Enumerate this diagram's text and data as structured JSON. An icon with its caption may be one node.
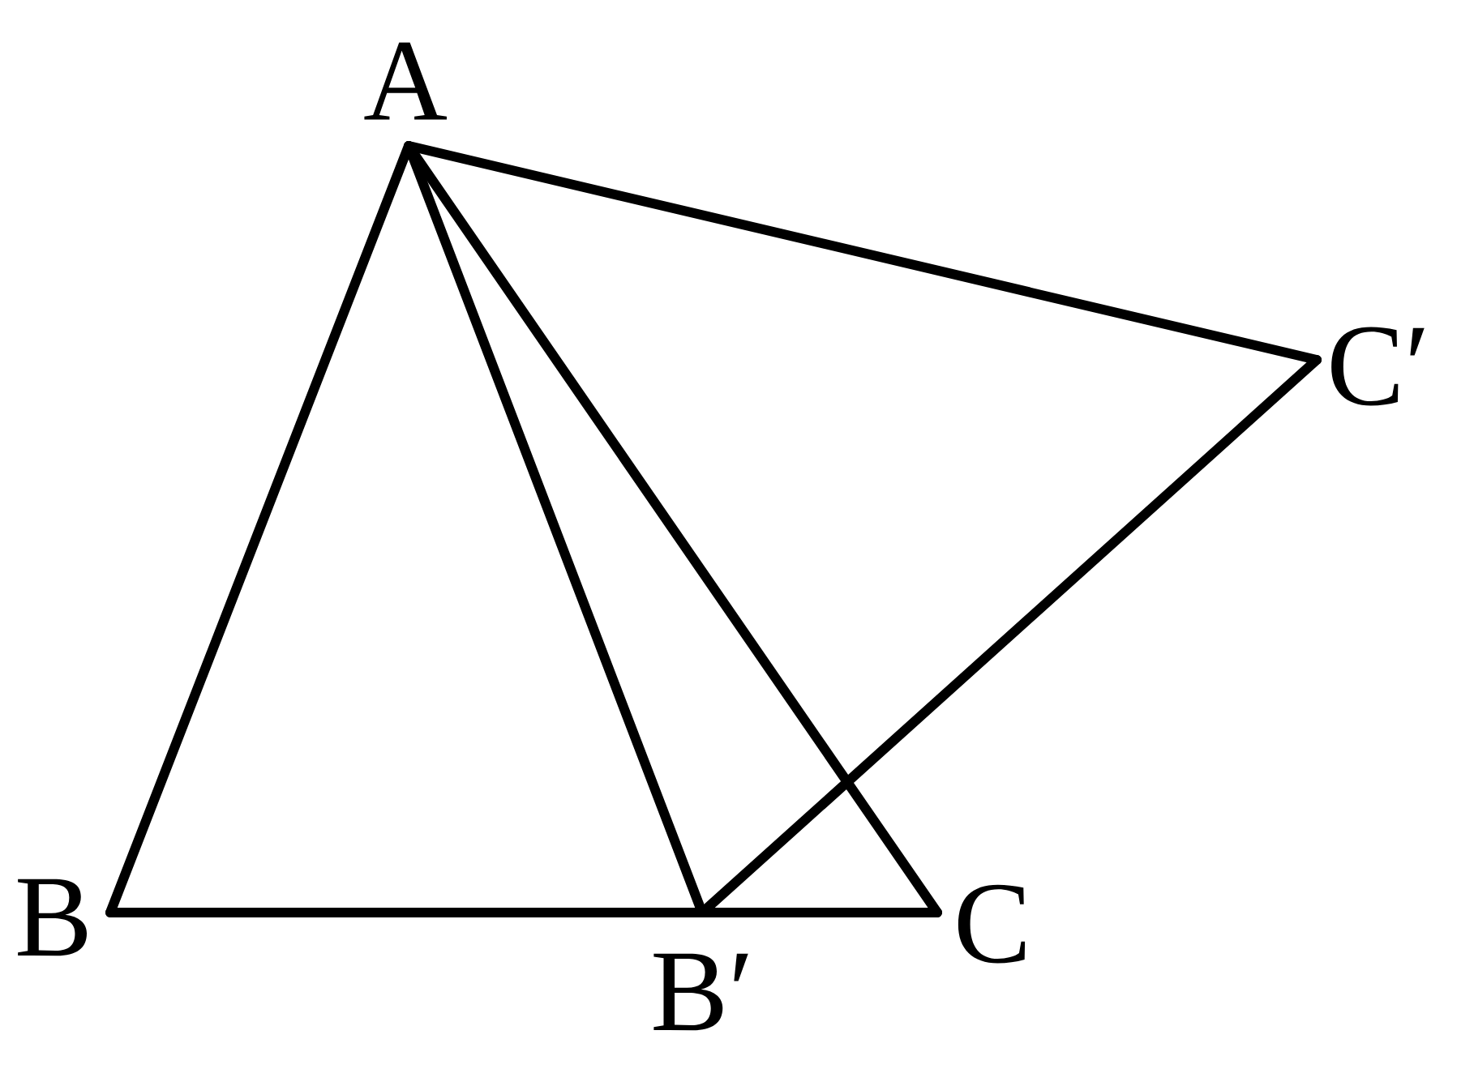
{
  "diagram": {
    "nodes": [
      {
        "text": [
          "A"
        ]
      },
      {
        "text": [
          "B"
        ]
      },
      {
        "text": [
          "C"
        ]
      },
      {
        "text": [
          "B′"
        ]
      },
      {
        "text": [
          "C′"
        ]
      }
    ],
    "edges": [
      {
        "from": 0,
        "to": 1,
        "arrow": "none"
      },
      {
        "from": 1,
        "to": 2,
        "arrow": "none"
      },
      {
        "from": 0,
        "to": 2,
        "arrow": "none"
      },
      {
        "from": 0,
        "to": 3,
        "arrow": "none"
      },
      {
        "from": 0,
        "to": 4,
        "arrow": "none"
      },
      {
        "from": 3,
        "to": 4,
        "arrow": "none"
      }
    ]
  }
}
